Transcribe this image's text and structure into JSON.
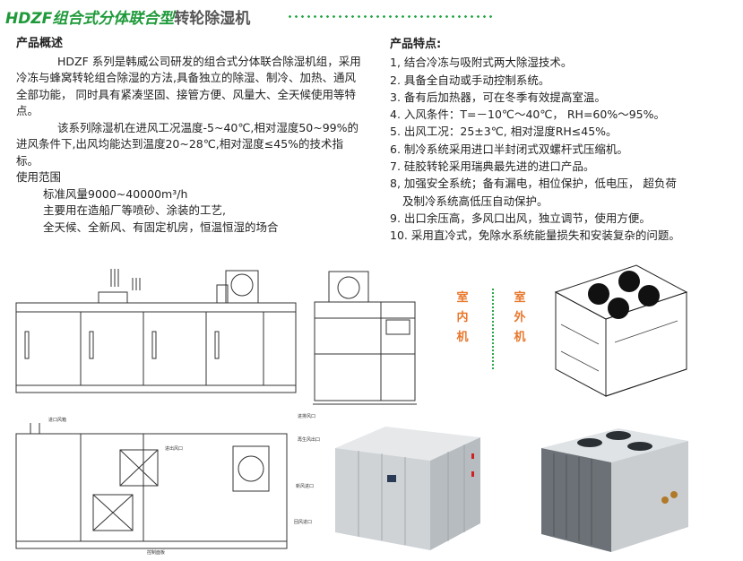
{
  "header": {
    "title_part1": "HDZF组合式分体联合型",
    "title_part2": "转轮除湿机"
  },
  "overview": {
    "title": "产品概述",
    "paragraphs": [
      "HDZF 系列是韩威公司研发的组合式分体联合除湿机组，采用冷冻与蜂窝转轮组合除湿的方法,具备独立的除湿、制冷、加热、通风全部功能， 同时具有紧凑坚固、接管方便、风量大、全天候使用等特点。",
      "该系列除湿机在进风工况温度-5~40℃,相对湿度50~99%的进风条件下,出风均能达到温度20~28℃,相对湿度≤45%的技术指标。"
    ],
    "usage_title": "使用范围",
    "usage_items": [
      "标准风量9000~40000m³/h",
      "主要用在造船厂等喷砂、涂装的工艺,",
      "全天候、全新风、有固定机房，恒温恒湿的场合"
    ]
  },
  "features": {
    "title": "产品特点:",
    "items": [
      "1, 结合冷冻与吸附式两大除湿技术。",
      "2. 具备全自动或手动控制系统。",
      "3. 备有后加热器，可在冬季有效提高室温。",
      "4. 入风条件：T=－10℃～40℃， RH=60%～95%。",
      "5. 出风工况：25±3℃, 相对湿度RH≤45%。",
      "6. 制冷系统采用进口半封闭式双螺杆式压缩机。",
      "7. 硅胶转轮采用瑞典最先进的进口产品。",
      "8, 加强安全系统；备有漏电，相位保护，低电压， 超负荷",
      "及制冷系统高低压自动保护。",
      "9. 出口余压高，多风口出风，独立调节，使用方便。",
      "10. 采用直冷式，免除水系统能量损失和安装复杂的问题。"
    ]
  },
  "units": {
    "indoor_label": [
      "室",
      "内",
      "机"
    ],
    "outdoor_label": [
      "室",
      "外",
      "机"
    ]
  },
  "drawing_labels": {
    "top_left": "进口风箱",
    "side_1": "进出风口",
    "side_2": "进排风口",
    "side_3": "再生风出口",
    "side_4": "新风进口",
    "side_5": "回风进口",
    "front_panel": "控制面板"
  },
  "colors": {
    "title_green": "#1f9a3a",
    "dots_green": "#2aa84a",
    "label_orange": "#e9772b"
  }
}
